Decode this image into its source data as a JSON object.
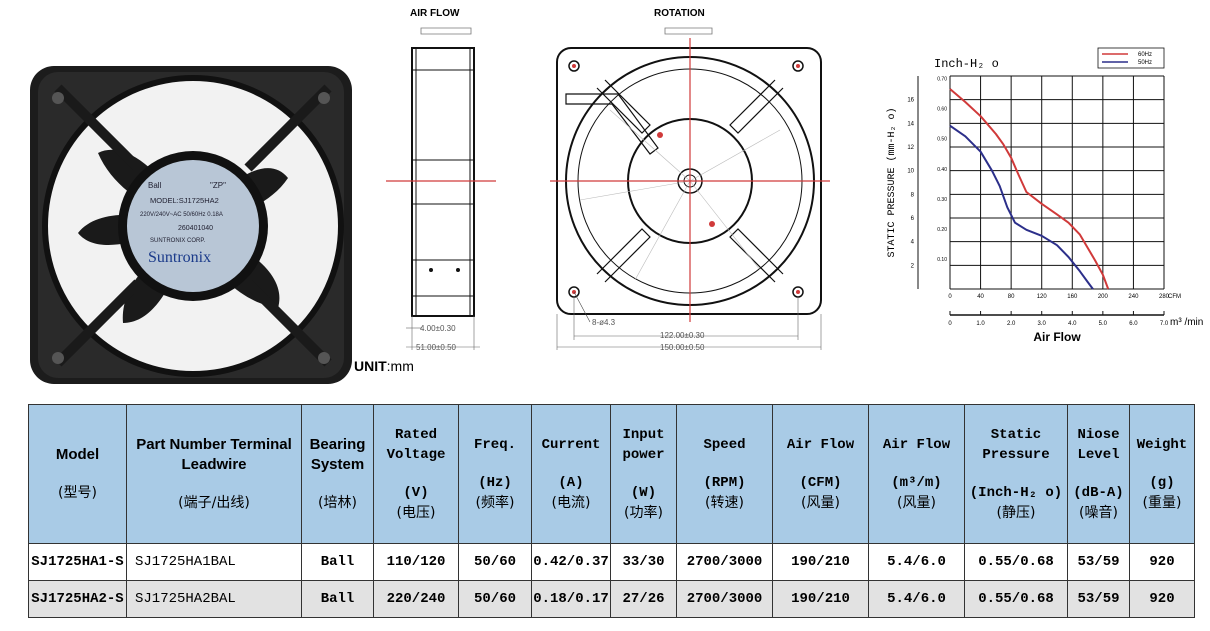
{
  "drawing": {
    "side_title": "AIR FLOW",
    "front_title": "ROTATION",
    "dim_depth": "4.00±0.30",
    "dim_side_overall": "51.00±0.50",
    "dim_hole": "8-ø4.3",
    "dim_hole_pitch": "122.00±0.30",
    "dim_overall": "150.00±0.50",
    "unit_label": "UNIT",
    "unit_value": ":mm"
  },
  "photo_label": {
    "bearing": "Ball",
    "zp": "\"ZP\"",
    "model": "MODEL:SJ1725HA2",
    "rating": "220V/240V~AC 50/60Hz 0.18A",
    "serial": "260401040",
    "company": "SUNTRONIX CORP.",
    "brand": "Suntronix"
  },
  "chart_data": {
    "type": "line",
    "title": "Inch-H₂ o",
    "ylabel": "STATIC PRESSURE (mm-H₂ o)",
    "xlabel": "Air Flow",
    "x_unit_cfm": "CFM",
    "x_unit_m3": "m³ /min",
    "xlim": [
      0,
      280
    ],
    "ylim_mm": [
      0,
      18
    ],
    "mm_ticks": [
      "2",
      "4",
      "6",
      "8",
      "10",
      "12",
      "14",
      "16"
    ],
    "inch_ticks": [
      "0.10",
      "0.20",
      "0.30",
      "0.40",
      "0.50",
      "0.60",
      "0.70"
    ],
    "cfm_ticks": [
      "0",
      "40",
      "80",
      "120",
      "160",
      "200",
      "240",
      "280"
    ],
    "m3_ticks": [
      "0",
      "1.0",
      "2.0",
      "3.0",
      "4.0",
      "5.0",
      "6.0",
      "7.0"
    ],
    "grid": true,
    "legend_position": "top-right",
    "series": [
      {
        "name": "60Hz",
        "color": "#d03a3a",
        "x": [
          0,
          20,
          40,
          60,
          70,
          80,
          90,
          100,
          120,
          140,
          155,
          170,
          190,
          200,
          207
        ],
        "y": [
          16.9,
          15.8,
          14.6,
          13.1,
          12.2,
          11.1,
          9.6,
          8.2,
          7.2,
          6.3,
          5.6,
          4.6,
          2.4,
          1.2,
          0
        ]
      },
      {
        "name": "50Hz",
        "color": "#2c2f8a",
        "x": [
          0,
          20,
          40,
          55,
          65,
          75,
          85,
          100,
          120,
          140,
          155,
          170,
          180,
          187
        ],
        "y": [
          13.8,
          12.9,
          11.6,
          10.0,
          8.7,
          6.9,
          5.6,
          5.0,
          4.5,
          3.7,
          2.7,
          1.5,
          0.6,
          0
        ]
      }
    ]
  },
  "table": {
    "headers": [
      {
        "en": "Model",
        "mono": false,
        "lines": [],
        "cn": "(型号)"
      },
      {
        "en": "Part Number Terminal Leadwire",
        "mono": false,
        "lines": [],
        "cn": "(端子/出线)"
      },
      {
        "en": "Bearing System",
        "mono": false,
        "lines": [],
        "cn": "(培林)"
      },
      {
        "en": "Rated Voltage",
        "mono": true,
        "lines": [
          "(V)"
        ],
        "cn": "(电压)"
      },
      {
        "en": "Freq.",
        "mono": true,
        "lines": [
          "(Hz)"
        ],
        "cn": "(频率)"
      },
      {
        "en": "Current",
        "mono": true,
        "lines": [
          "(A)"
        ],
        "cn": "(电流)"
      },
      {
        "en": "Input power",
        "mono": true,
        "lines": [
          "(W)"
        ],
        "cn": "(功率)"
      },
      {
        "en": "Speed",
        "mono": true,
        "lines": [
          "(RPM)"
        ],
        "cn": "(转速)"
      },
      {
        "en": "Air Flow",
        "mono": true,
        "lines": [
          "(CFM)"
        ],
        "cn": "(风量)"
      },
      {
        "en": "Air Flow",
        "mono": true,
        "lines": [
          "(m³/m)"
        ],
        "cn": "(风量)"
      },
      {
        "en": "Static Pressure",
        "mono": true,
        "lines": [
          "(Inch-H₂ o)"
        ],
        "cn": "(静压)"
      },
      {
        "en": "Niose Level",
        "mono": true,
        "lines": [
          "(dB-A)"
        ],
        "cn": "(噪音)"
      },
      {
        "en": "Weight",
        "mono": true,
        "lines": [
          "(g)"
        ],
        "cn": "(重量)"
      }
    ],
    "rows": [
      [
        "SJ1725HA1-S",
        "SJ1725HA1BAL",
        "Ball",
        "110/120",
        "50/60",
        "0.42/0.37",
        "33/30",
        "2700/3000",
        "190/210",
        "5.4/6.0",
        "0.55/0.68",
        "53/59",
        "920"
      ],
      [
        "SJ1725HA2-S",
        "SJ1725HA2BAL",
        "Ball",
        "220/240",
        "50/60",
        "0.18/0.17",
        "27/26",
        "2700/3000",
        "190/210",
        "5.4/6.0",
        "0.55/0.68",
        "53/59",
        "920"
      ]
    ]
  }
}
